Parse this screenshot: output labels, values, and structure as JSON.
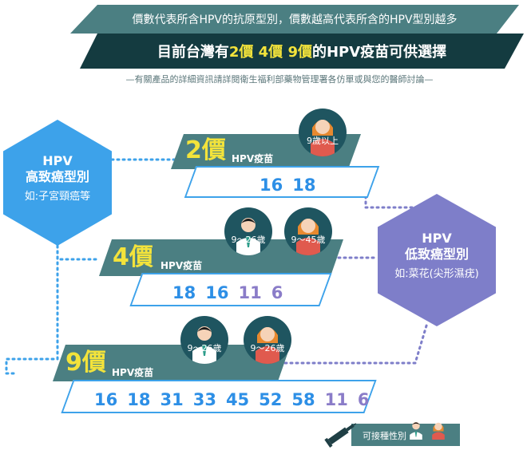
{
  "header": {
    "line1": "價數代表所含HPV的抗原型別，價數越高代表所含的HPV型別越多",
    "line2_prefix": "目前台灣有",
    "line2_v2": "2價",
    "line2_v4": "4價",
    "line2_v9": "9價",
    "line2_suffix": "的HPV疫苗可供選擇",
    "line3": "—有關產品的詳細資訊請詳閱衛生福利部藥物管理署各仿單或與您的醫師討論—"
  },
  "high_risk": {
    "title": "HPV",
    "subtitle": "高致癌型別",
    "example": "如:子宮頸癌等"
  },
  "low_risk": {
    "title": "HPV",
    "subtitle": "低致癌型別",
    "example": "如:菜花(尖形濕疣)"
  },
  "tiers": {
    "v2": {
      "valence": "2價",
      "label": "HPV疫苗",
      "high_types": [
        "16",
        "18"
      ],
      "low_types": [],
      "female_age": "9歲以上"
    },
    "v4": {
      "valence": "4價",
      "label": "HPV疫苗",
      "high_types": [
        "18",
        "16"
      ],
      "low_types": [
        "11",
        "6"
      ],
      "male_age": "9～26歲",
      "female_age": "9～45歲"
    },
    "v9": {
      "valence": "9價",
      "label": "HPV疫苗",
      "high_types": [
        "16",
        "18",
        "31",
        "33",
        "45",
        "52",
        "58"
      ],
      "low_types": [
        "11",
        "6"
      ],
      "male_age": "9～26歲",
      "female_age": "9～26歲"
    }
  },
  "legend": {
    "label": "可接種性別"
  },
  "colors": {
    "teal_dark": "#143b40",
    "teal": "#4b7f82",
    "yellow": "#f3e33b",
    "blue": "#3da2ea",
    "purple": "#7e7ec9"
  },
  "icons": [
    "male-avatar-icon",
    "female-avatar-icon",
    "syringe-icon"
  ]
}
